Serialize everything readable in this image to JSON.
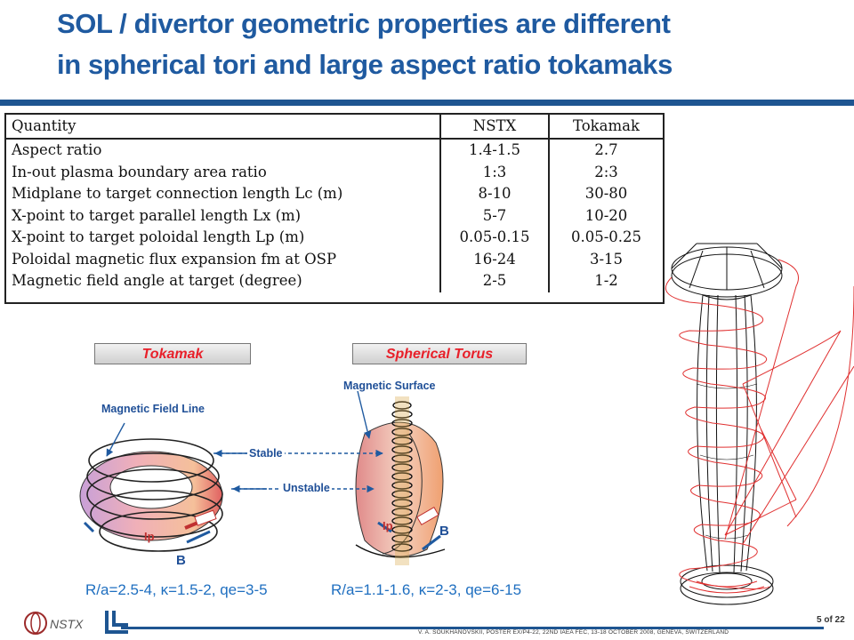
{
  "slide": {
    "title_line1": "SOL / divertor geometric properties are different",
    "title_line2": "in spherical tori and large aspect ratio tokamaks"
  },
  "table": {
    "headers": [
      "Quantity",
      "NSTX",
      "Tokamak"
    ],
    "rows": [
      [
        "Aspect ratio",
        "1.4-1.5",
        "2.7"
      ],
      [
        "In-out plasma boundary area ratio",
        "1:3",
        "2:3"
      ],
      [
        "Midplane to target connection length Lc (m)",
        "8-10",
        "30-80"
      ],
      [
        "X-point to target parallel length Lx (m)",
        "5-7",
        "10-20"
      ],
      [
        "X-point to target poloidal length Lp (m)",
        "0.05-0.15",
        "0.05-0.25"
      ],
      [
        "Poloidal magnetic flux expansion fm at OSP",
        "16-24",
        "3-15"
      ],
      [
        "Magnetic field angle at target (degree)",
        "2-5",
        "1-2"
      ]
    ]
  },
  "figure": {
    "label_tokamak": "Tokamak",
    "label_st": "Spherical Torus",
    "annot_field_line": "Magnetic Field Line",
    "annot_surface": "Magnetic Surface",
    "annot_stable": "Stable",
    "annot_unstable": "Unstable",
    "label_ip": "Ip",
    "label_b": "B",
    "param_tokamak": "R/a=2.5-4, κ=1.5-2, qe=3-5",
    "param_st": "R/a=1.1-1.6, κ=2-3, qe=6-15"
  },
  "footer": {
    "logo_text": "NSTX",
    "citation": "V. A. SOUKHANOVSKII, POSTER EX/P4-22, 22ND IAEA FEC, 13-18 OCTOBER 2008, GENEVA, SWITZERLAND",
    "page": "5 of 22"
  },
  "colors": {
    "title": "#1f5aa0",
    "rule": "#1e5591",
    "label_text": "#e8202a",
    "annotation": "#1f4f97",
    "field_line_red": "#e03030"
  }
}
